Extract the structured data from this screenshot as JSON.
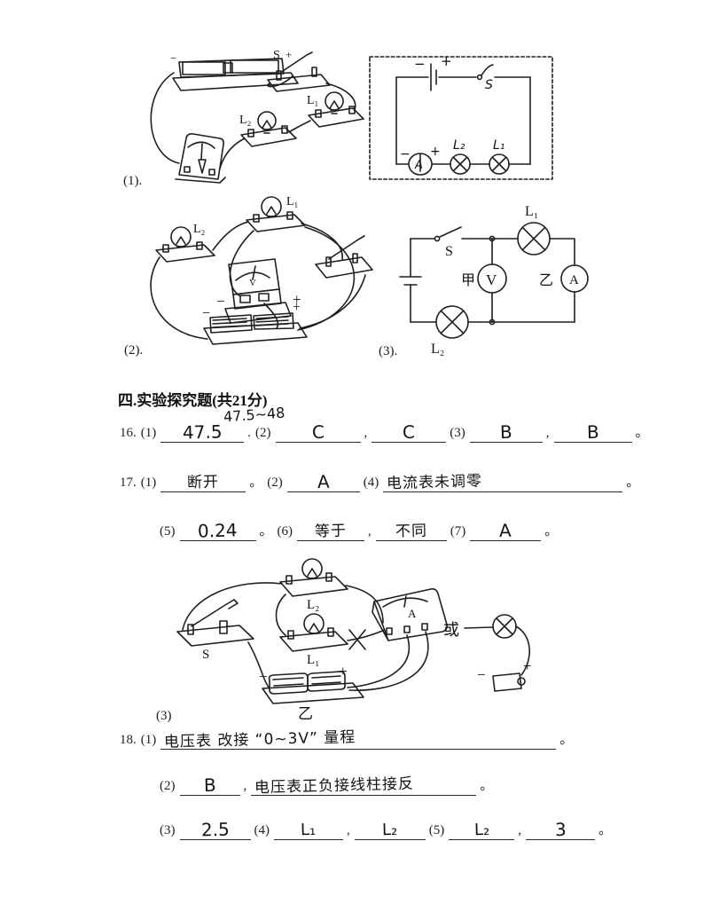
{
  "figures": {
    "fig1": {
      "caption": "(1).",
      "minus": "−",
      "plus": "+",
      "s": "S",
      "l1": "L₁",
      "l2": "L₂"
    },
    "schem1": {
      "minus": "−",
      "plus": "+",
      "s": "S",
      "a": "A",
      "am": "−",
      "ap": "+",
      "l2": "L₂",
      "l1": "L₁"
    },
    "fig2": {
      "caption": "(2).",
      "l1": "L₁",
      "l2": "L₂",
      "vminus": "−",
      "vplus": "+",
      "bminus": "−",
      "bplus": "+",
      "v": "V"
    },
    "schem2": {
      "caption": "(3).",
      "s": "S",
      "l1": "L₁",
      "l2": "L₂",
      "jia": "甲",
      "yi": "乙",
      "v": "V",
      "a": "A"
    },
    "fig4": {
      "caption": "(3)",
      "s": "S",
      "l1": "L₁",
      "l2": "L₂",
      "a": "A",
      "bminus": "−",
      "bplus": "+",
      "yi": "乙",
      "or": "或",
      "cminus": "−",
      "cplus": "+"
    }
  },
  "section": {
    "header": "四.实验探究题(共21分)"
  },
  "q16": {
    "number": "16.",
    "note": "47.5~48",
    "p1": "(1)",
    "a1": "47.5",
    "d1": ".",
    "p2": "(2)",
    "a2": "C",
    "c1": ",",
    "a3": "C",
    "p3": "(3)",
    "a4": "B",
    "c2": ",",
    "a5": "B",
    "end": "。"
  },
  "q17": {
    "number": "17.",
    "p1": "(1)",
    "a1": "断开",
    "d1": "。",
    "p2": "(2)",
    "a2": "A",
    "p4": "(4)",
    "a4": "电流表未调零",
    "end1": "。",
    "p5": "(5)",
    "a5": "0.24",
    "d5": "。",
    "p6": "(6)",
    "a6": "等于",
    "c6": ",",
    "a6b": "不同",
    "p7": "(7)",
    "a7": "A",
    "end2": "。"
  },
  "q18": {
    "number": "18.",
    "p1": "(1)",
    "a1": "电压表 改接 “0~3V” 量程",
    "end1": "。",
    "p2": "(2)",
    "a2": "B",
    "c2": ",",
    "a2b": "电压表正负接线柱接反",
    "end2": "。",
    "p3": "(3)",
    "a3": "2.5",
    "p4": "(4)",
    "a4": "L₁",
    "c4": ",",
    "a4b": "L₂",
    "p5": "(5)",
    "a5": "L₂",
    "c5": ",",
    "a5b": "3",
    "end3": "。"
  }
}
